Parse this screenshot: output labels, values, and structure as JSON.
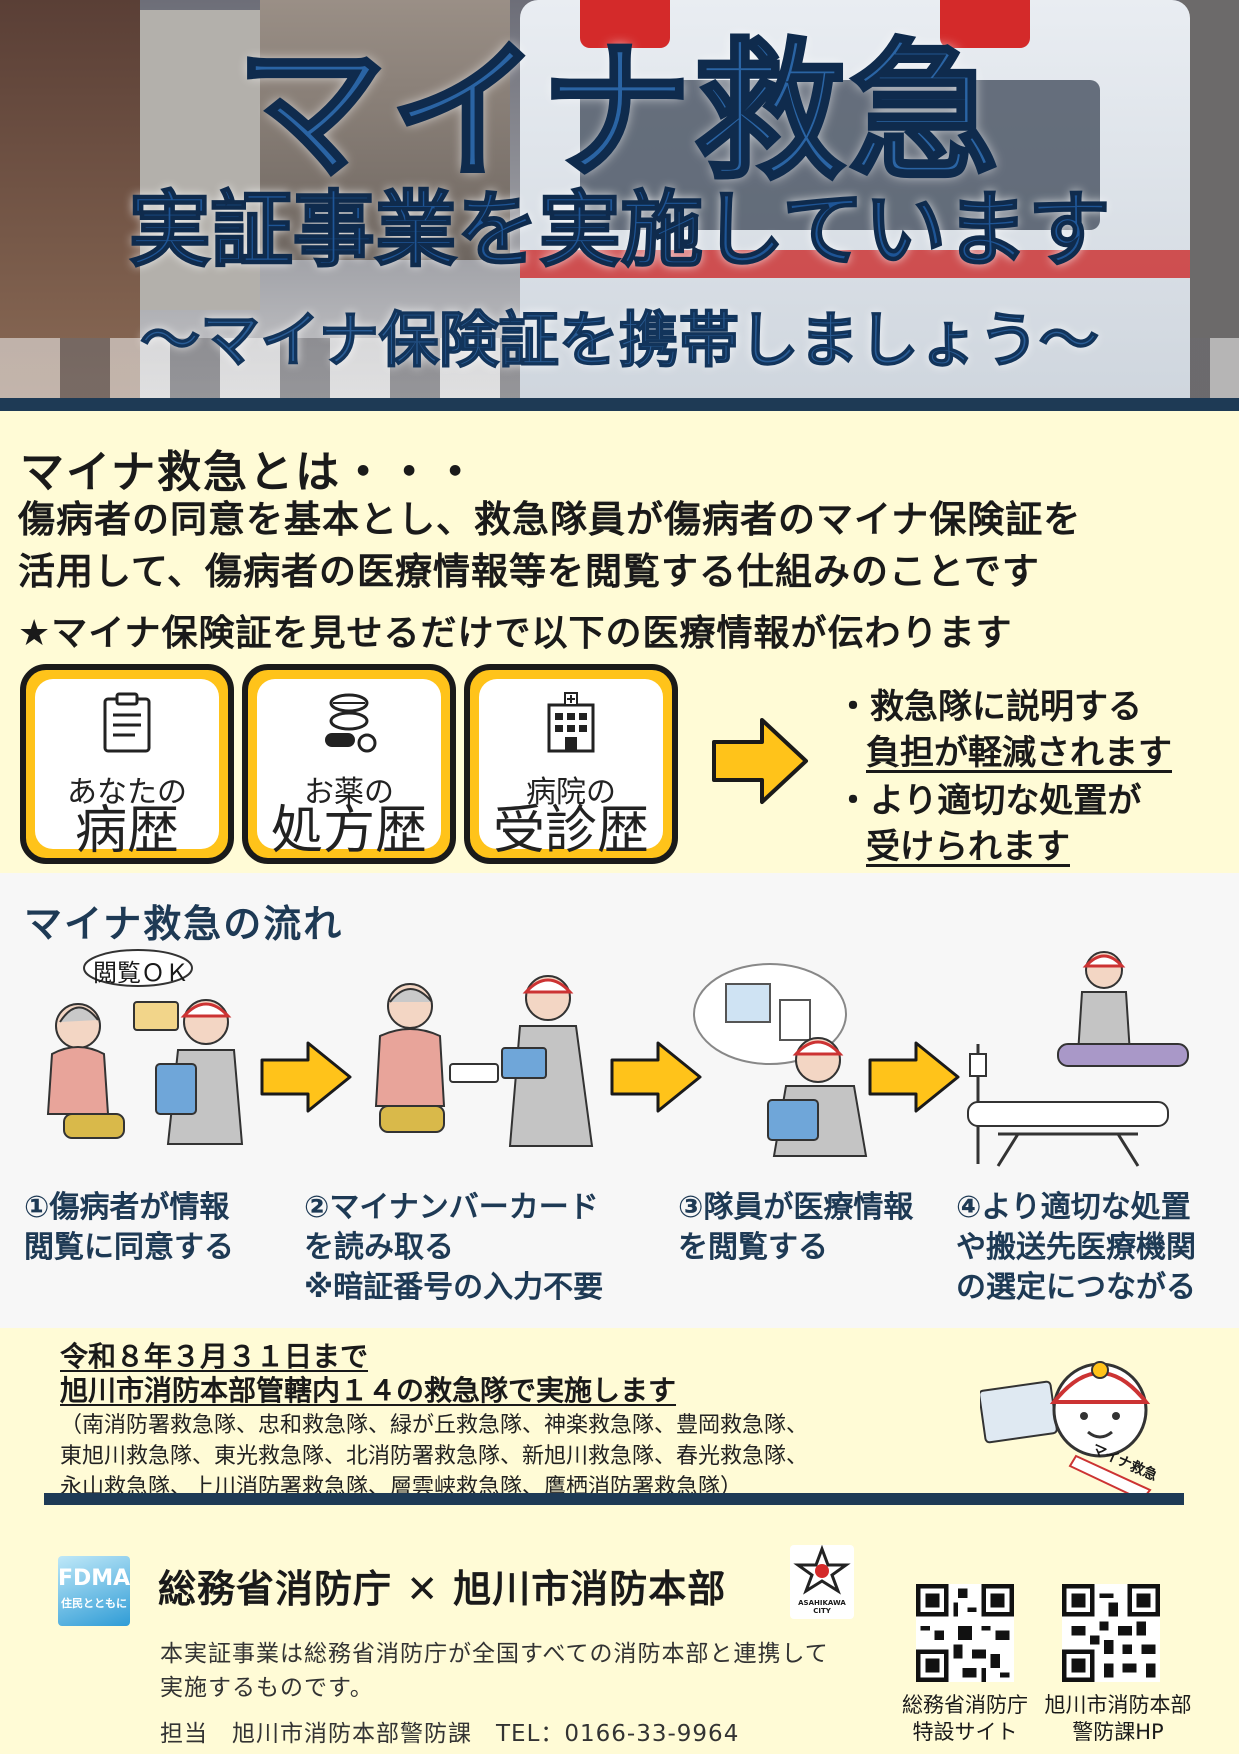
{
  "hero": {
    "title": "マイナ救急",
    "subtitle": "実証事業を実施しています",
    "tagline": "～マイナ保険証を携帯しましょう～"
  },
  "about": {
    "heading": "マイナ救急とは・・・",
    "description_line1": "傷病者の同意を基本とし、救急隊員が傷病者のマイナ保険証を",
    "description_line2": "活用して、傷病者の医療情報等を閲覧する仕組みのことです",
    "star_line": "★マイナ保険証を見せるだけで以下の医療情報が伝わります",
    "cards": [
      {
        "small": "あなたの",
        "large": "病歴",
        "icon": "clipboard-icon"
      },
      {
        "small": "お薬の",
        "large": "処方歴",
        "icon": "medicine-icon"
      },
      {
        "small": "病院の",
        "large": "受診歴",
        "icon": "hospital-icon"
      }
    ],
    "benefits": [
      {
        "line1": "・救急隊に説明する",
        "line2": "負担が軽減されます"
      },
      {
        "line1": "・より適切な処置が",
        "line2": "受けられます"
      }
    ]
  },
  "flow": {
    "heading": "マイナ救急の流れ",
    "bubble": "閲覧ＯＫ",
    "steps": [
      {
        "line1": "①傷病者が情報",
        "line2": "閲覧に同意する",
        "line3": ""
      },
      {
        "line1": "②マイナンバーカード",
        "line2": "を読み取る",
        "line3": "※暗証番号の入力不要"
      },
      {
        "line1": "③隊員が医療情報",
        "line2": "を閲覧する",
        "line3": ""
      },
      {
        "line1": "④より適切な処置",
        "line2": "や搬送先医療機関",
        "line3": "の選定につながる"
      }
    ]
  },
  "schedule": {
    "deadline": "令和８年３月３１日まで",
    "scope": "旭川市消防本部管轄内１４の救急隊で実施します",
    "teams_line1": "（南消防署救急隊、忠和救急隊、緑が丘救急隊、神楽救急隊、豊岡救急隊、",
    "teams_line2": "東旭川救急隊、東光救急隊、北消防署救急隊、新旭川救急隊、春光救急隊、",
    "teams_line3": "永山救急隊、上川消防署救急隊、層雲峡救急隊、鷹栖消防署救急隊）",
    "mascot_sash": "マイナ救急"
  },
  "footer": {
    "fdma_logo": "FDMA",
    "fdma_sub": "住民とともに",
    "orgs": "総務省消防庁 ✕ 旭川市消防本部",
    "city_logo": "ASAHIKAWA CITY",
    "note_line1": "本実証事業は総務省消防庁が全国すべての消防本部と連携して",
    "note_line2": "実施するものです。",
    "contact": "担当　旭川市消防本部警防課　TEL：0166-33-9964",
    "qr1_caption_1": "総務省消防庁",
    "qr1_caption_2": "特設サイト",
    "qr2_caption_1": "旭川市消防本部",
    "qr2_caption_2": "警防課HP"
  },
  "colors": {
    "navy": "#1e3a55",
    "accent_yellow": "#ffc31a",
    "title_blue": "#2a64a4",
    "background": "#fffbd6"
  }
}
